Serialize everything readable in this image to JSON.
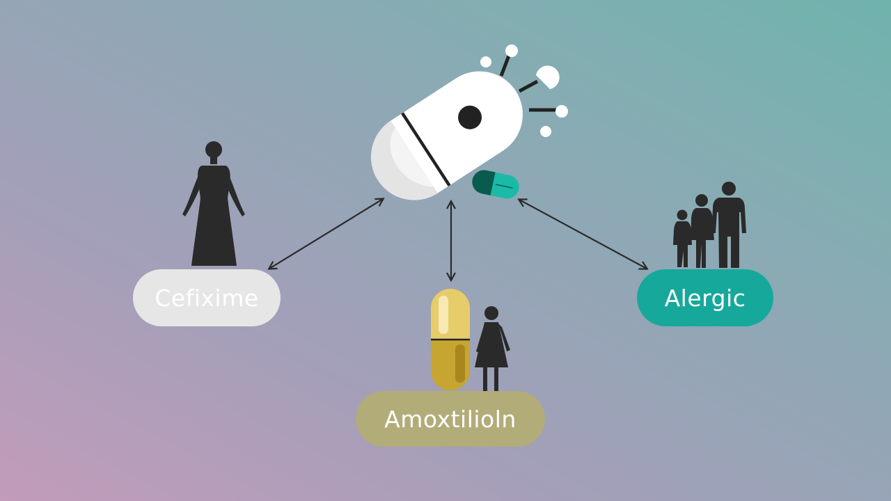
{
  "labels": {
    "left": "Cefixime",
    "bottom": "Amoxtilioln",
    "right": "Alergic"
  },
  "colors": {
    "left_pill": "#e6e6e6",
    "bottom_pill": "#b2ac79",
    "right_pill": "#16a89b",
    "silhouette": "#2a2a2a"
  }
}
